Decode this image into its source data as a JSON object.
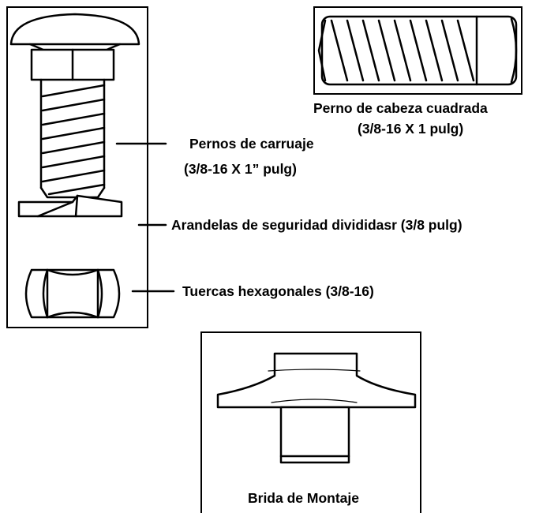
{
  "parts": {
    "square_bolt": {
      "name": "Perno de cabeza cuadrada",
      "size": "(3/8-16 X 1 pulg)",
      "icon": "square-head-bolt-icon"
    },
    "carriage_bolt": {
      "name": "Pernos de carruaje",
      "size": "(3/8-16 X 1” pulg)",
      "icon": "carriage-bolt-icon"
    },
    "lock_washer": {
      "label": "Arandelas de seguridad divididasr (3/8 pulg)",
      "icon": "split-lock-washer-icon"
    },
    "hex_nut": {
      "label": "Tuercas hexagonales (3/8-16)",
      "icon": "hex-nut-icon"
    },
    "mounting_flange": {
      "label": "Brida de Montaje",
      "icon": "mounting-flange-icon"
    }
  },
  "colors": {
    "line": "#000000",
    "background": "#ffffff"
  }
}
